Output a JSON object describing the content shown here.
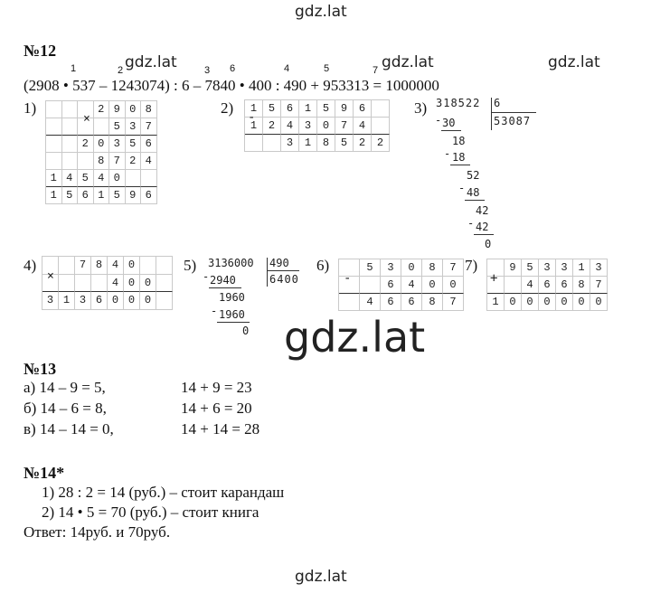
{
  "watermarks": [
    "gdz.lat",
    "gdz.lat",
    "gdz.lat",
    "gdz.lat",
    "gdz.lat",
    "gdz.lat"
  ],
  "task12": {
    "heading": "№12",
    "step_numbers": [
      "1",
      "2",
      "3",
      "6",
      "4",
      "5",
      "7"
    ],
    "expression": "(2908 • 537 – 1243074) : 6 – 7840 • 400 : 490 + 953313 = 1000000",
    "labels": [
      "1)",
      "2)",
      "3)",
      "4)",
      "5)",
      "6)",
      "7)"
    ],
    "m1": {
      "sign": "×",
      "rows": [
        [
          "",
          "",
          "",
          "2",
          "9",
          "0",
          "8"
        ],
        [
          "",
          "",
          "",
          "",
          "5",
          "3",
          "7"
        ],
        [
          "",
          "",
          "2",
          "0",
          "3",
          "5",
          "6"
        ],
        [
          "",
          "",
          "",
          "8",
          "7",
          "2",
          "4"
        ],
        [
          "1",
          "4",
          "5",
          "4",
          "0",
          "",
          ""
        ],
        [
          "1",
          "5",
          "6",
          "1",
          "5",
          "9",
          "6"
        ]
      ]
    },
    "m2": {
      "sign": "-",
      "rows": [
        [
          "1",
          "5",
          "6",
          "1",
          "5",
          "9",
          "6"
        ],
        [
          "1",
          "2",
          "4",
          "3",
          "0",
          "7",
          "4"
        ],
        [
          "",
          "",
          "3",
          "1",
          "8",
          "5",
          "2",
          "2"
        ]
      ]
    },
    "d3": {
      "dividend": "318522",
      "divisor": "6",
      "quotient": "53087",
      "steps": [
        "30",
        "18",
        "18",
        "52",
        "48",
        "42",
        "42",
        "0"
      ]
    },
    "m4": {
      "sign": "×",
      "rows": [
        [
          "",
          "",
          "7",
          "8",
          "4",
          "0",
          "",
          ""
        ],
        [
          "",
          "",
          "",
          "",
          "4",
          "0",
          "0",
          ""
        ],
        [
          "3",
          "1",
          "3",
          "6",
          "0",
          "0",
          "0",
          ""
        ]
      ]
    },
    "d5": {
      "dividend": "3136000",
      "divisor": "490",
      "quotient": "6400",
      "steps": [
        "2940",
        "1960",
        "1960",
        "0"
      ]
    },
    "m6": {
      "sign": "-",
      "rows": [
        [
          "",
          "5",
          "3",
          "0",
          "8",
          "7"
        ],
        [
          "",
          "",
          "6",
          "4",
          "0",
          "0"
        ],
        [
          "",
          "4",
          "6",
          "6",
          "8",
          "7"
        ]
      ]
    },
    "m7": {
      "sign": "+",
      "rows": [
        [
          "",
          "9",
          "5",
          "3",
          "3",
          "1",
          "3"
        ],
        [
          "",
          "",
          "4",
          "6",
          "6",
          "8",
          "7"
        ],
        [
          "1",
          "0",
          "0",
          "0",
          "0",
          "0",
          "0"
        ]
      ]
    }
  },
  "task13": {
    "heading": "№13",
    "rows": [
      [
        "а) 14 – 9 = 5,",
        "14 + 9 = 23"
      ],
      [
        "б) 14 – 6 = 8,",
        "14 + 6 = 20"
      ],
      [
        "в) 14 – 14 = 0,",
        "14 + 14 = 28"
      ]
    ]
  },
  "task14": {
    "heading": "№14*",
    "lines": [
      "1) 28 : 2 = 14 (руб.) – стоит карандаш",
      "2) 14 • 5 = 70 (руб.) – стоит книга"
    ],
    "answer": "Ответ: 14руб. и 70руб."
  }
}
